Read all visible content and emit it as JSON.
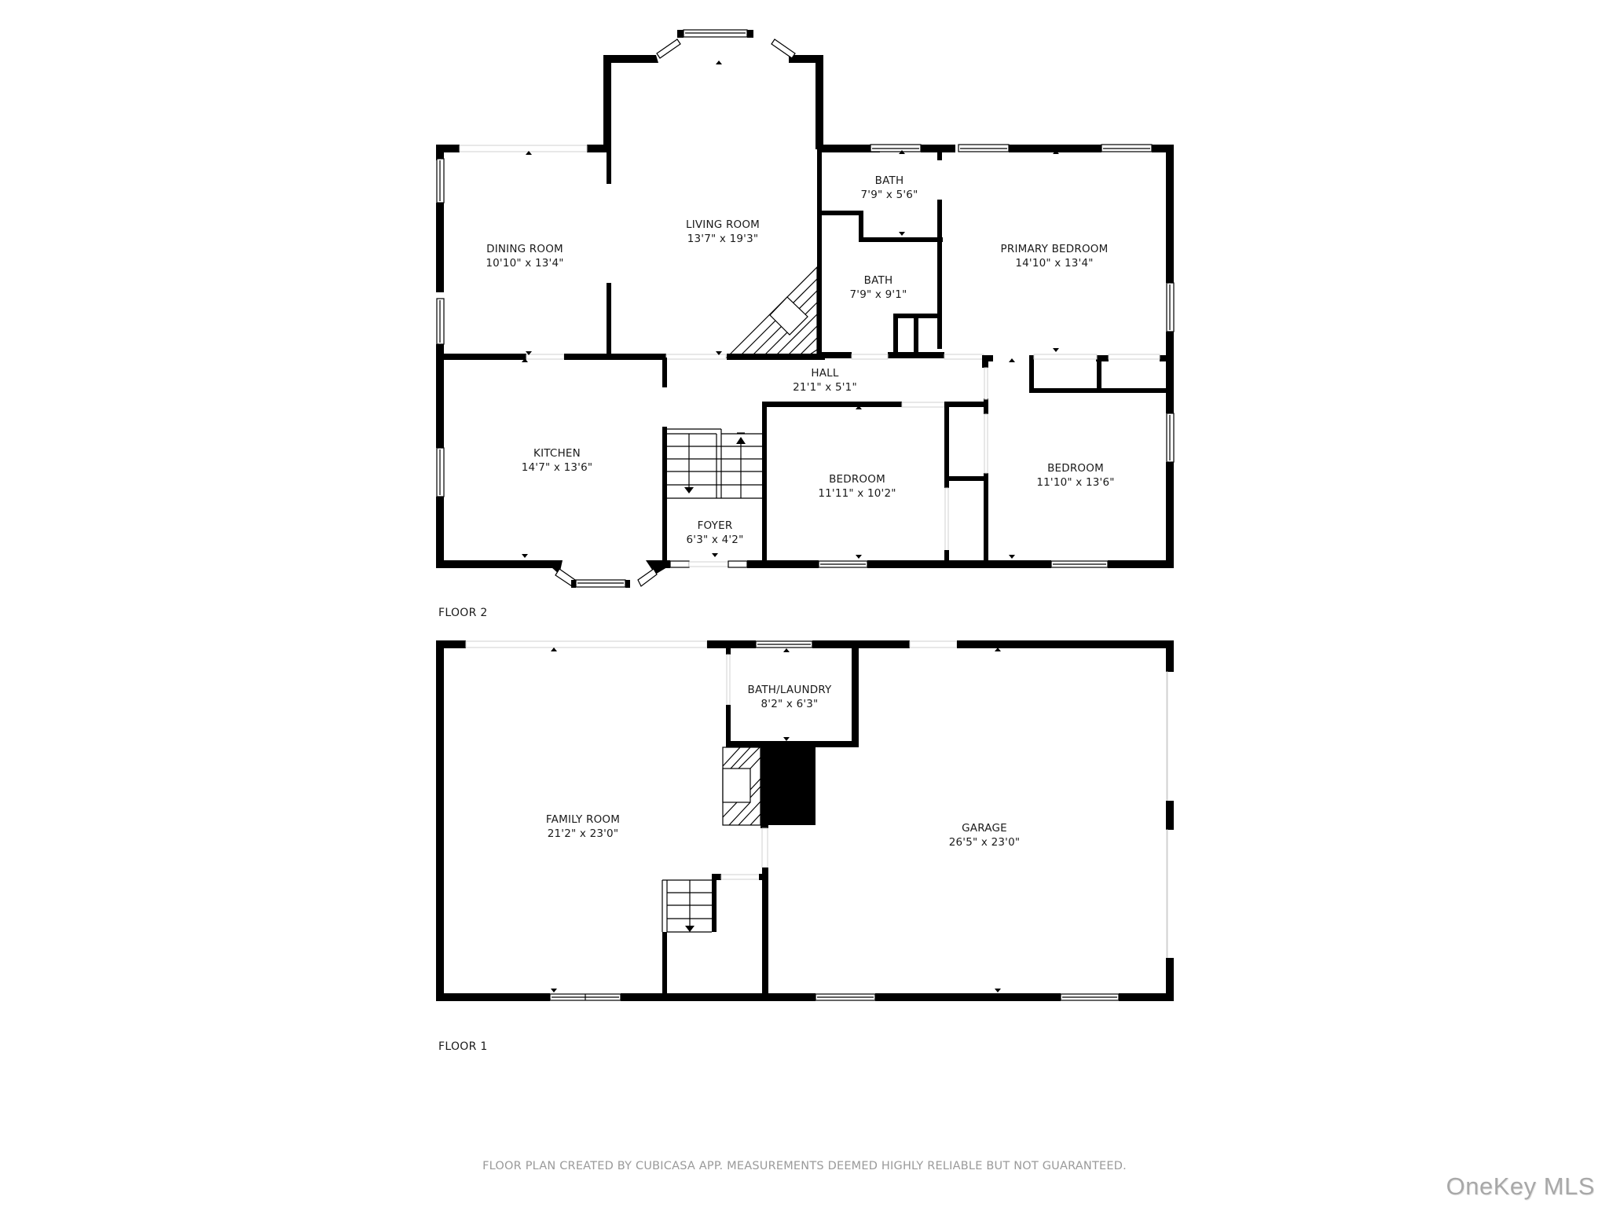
{
  "floors": [
    {
      "label": "FLOOR 2",
      "rooms": [
        {
          "name": "DINING ROOM",
          "dims": "10'10\" x 13'4\""
        },
        {
          "name": "LIVING ROOM",
          "dims": "13'7\" x 19'3\""
        },
        {
          "name": "BATH",
          "dims": "7'9\" x 5'6\""
        },
        {
          "name": "BATH",
          "dims": "7'9\" x 9'1\""
        },
        {
          "name": "PRIMARY BEDROOM",
          "dims": "14'10\" x 13'4\""
        },
        {
          "name": "HALL",
          "dims": "21'1\" x 5'1\""
        },
        {
          "name": "KITCHEN",
          "dims": "14'7\" x 13'6\""
        },
        {
          "name": "BEDROOM",
          "dims": "11'11\" x 10'2\""
        },
        {
          "name": "BEDROOM",
          "dims": "11'10\" x 13'6\""
        },
        {
          "name": "FOYER",
          "dims": "6'3\" x 4'2\""
        }
      ]
    },
    {
      "label": "FLOOR 1",
      "rooms": [
        {
          "name": "BATH/LAUNDRY",
          "dims": "8'2\" x 6'3\""
        },
        {
          "name": "FAMILY ROOM",
          "dims": "21'2\" x 23'0\""
        },
        {
          "name": "GARAGE",
          "dims": "26'5\" x 23'0\""
        }
      ]
    }
  ],
  "footer": {
    "disclaimer": "FLOOR PLAN CREATED BY CUBICASA APP. MEASUREMENTS DEEMED HIGHLY RELIABLE BUT NOT GUARANTEED."
  },
  "watermark": "OneKey MLS",
  "colors": {
    "wall": "#000000",
    "text": "#1a1a1a",
    "disclaimer": "#9a9a9a",
    "watermark": "#a8a8a8",
    "background": "#ffffff"
  }
}
